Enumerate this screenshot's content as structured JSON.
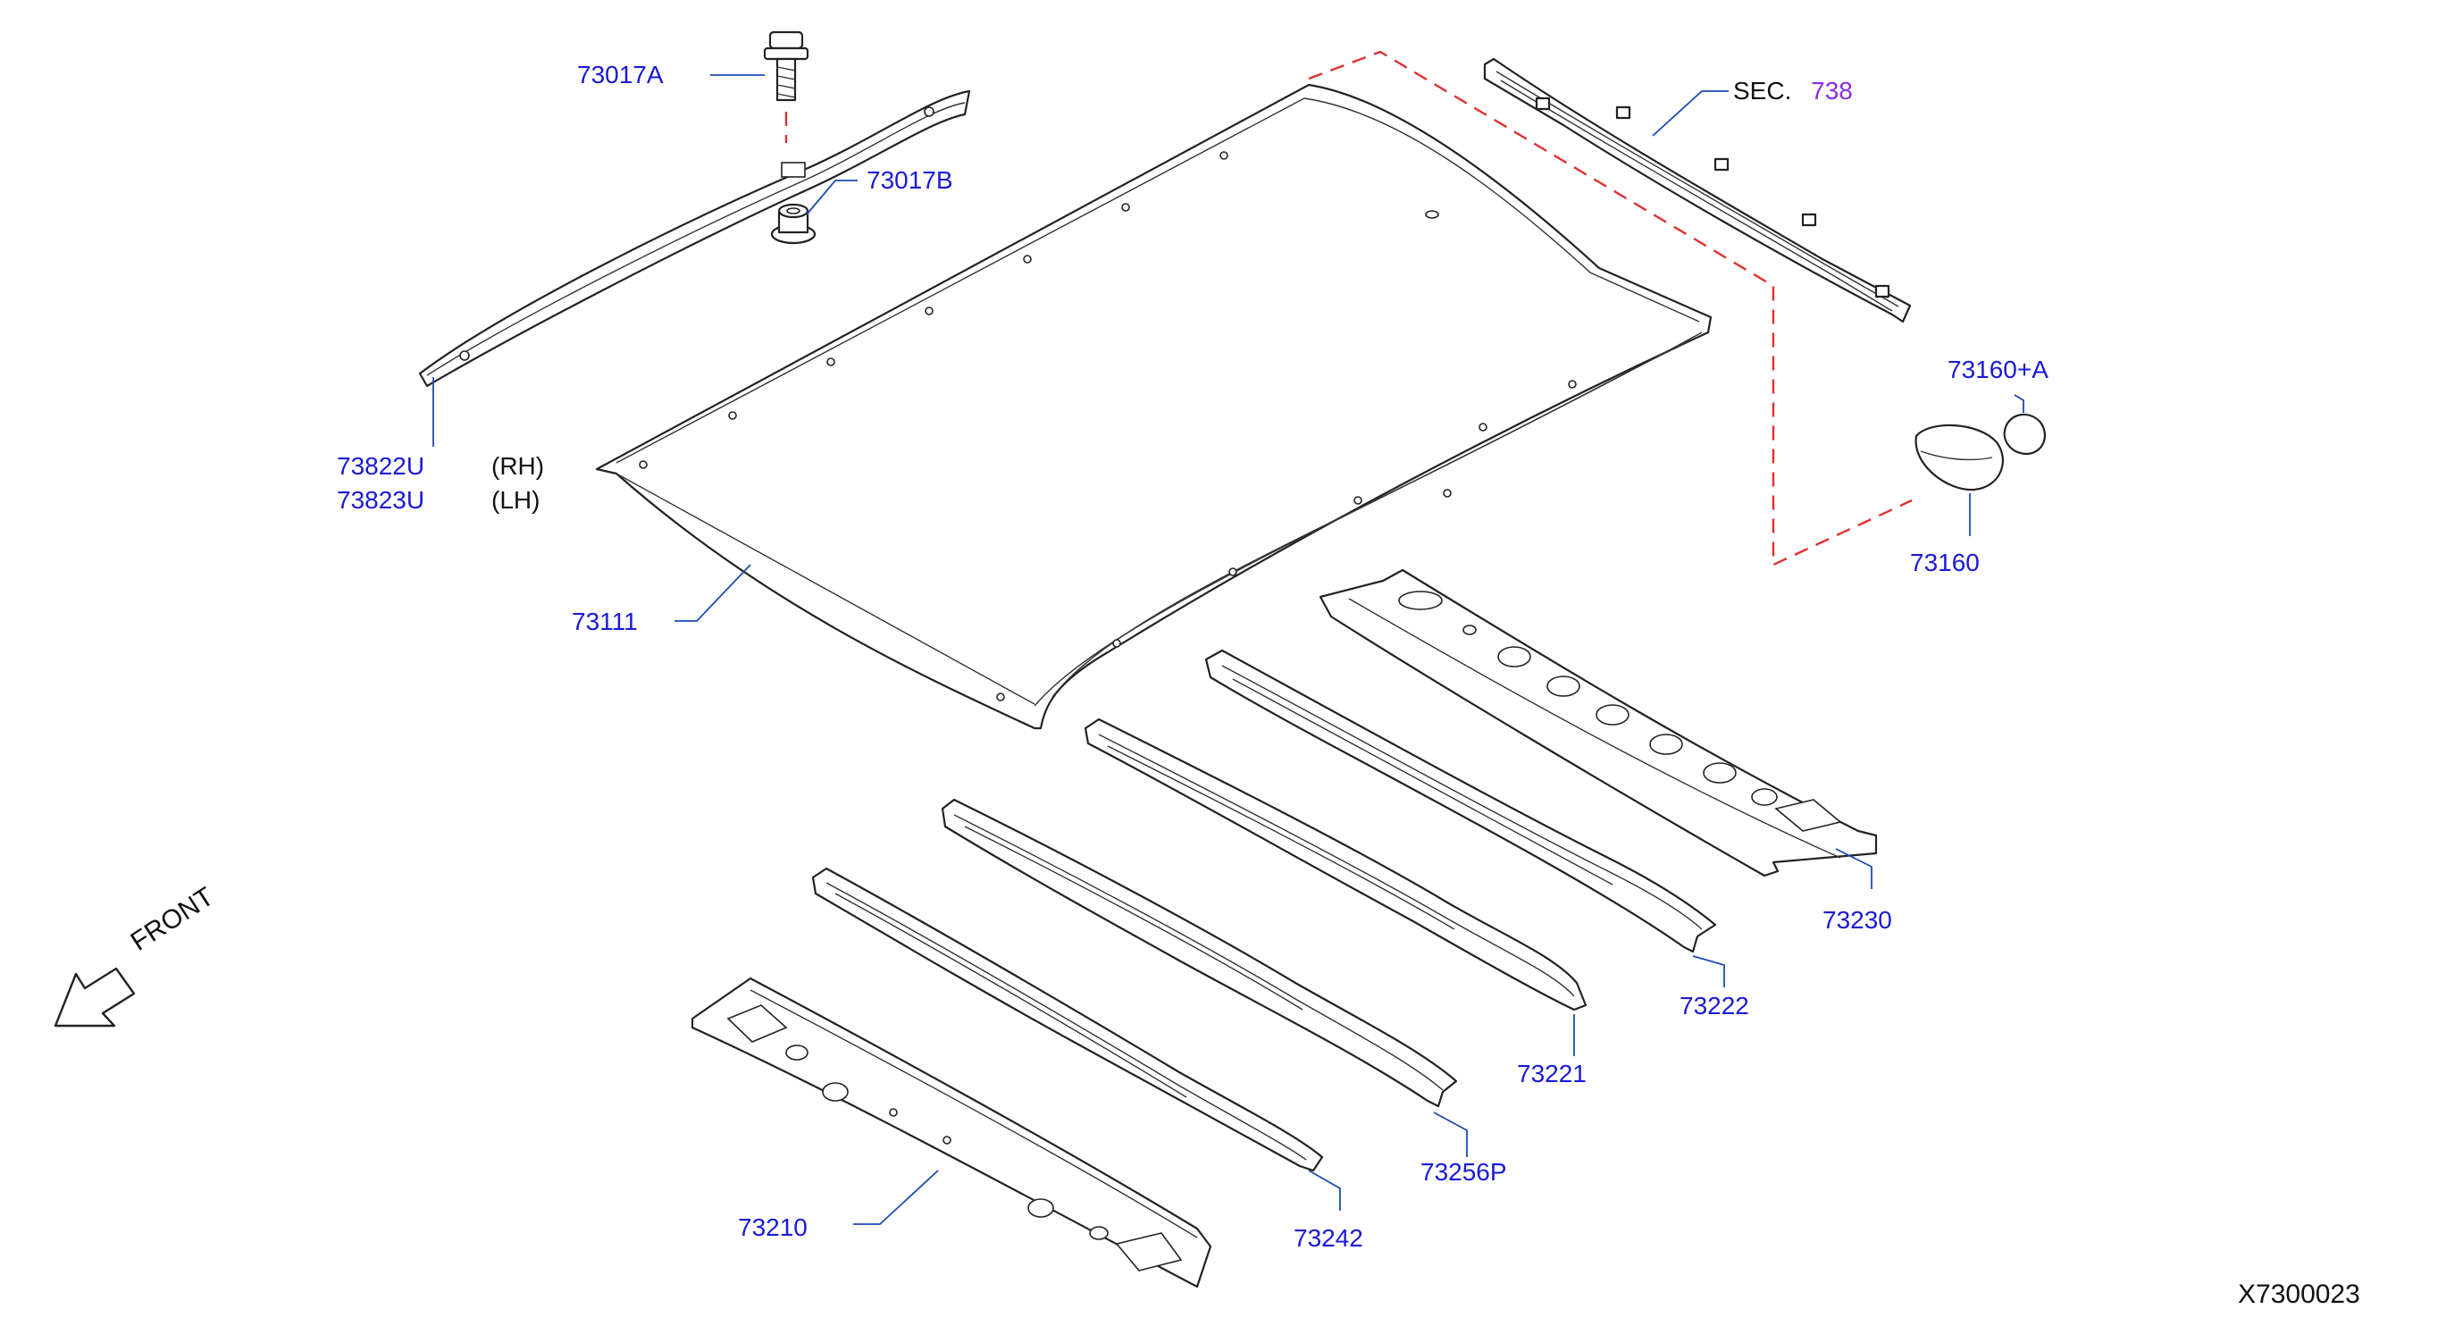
{
  "labels": {
    "p73017a": "73017A",
    "p73017b": "73017B",
    "p73822u": "73822U",
    "p73823u": "73823U",
    "rh": "(RH)",
    "lh": "(LH)",
    "p73111": "73111",
    "sec_prefix": "SEC.",
    "sec_number": "738",
    "p73160a": "73160+A",
    "p73160": "73160",
    "p73230": "73230",
    "p73222": "73222",
    "p73221": "73221",
    "p73256p": "73256P",
    "p73242": "73242",
    "p73210": "73210",
    "front": "FRONT",
    "diagram_id": "X7300023"
  },
  "colors": {
    "label": "#1a1ad6",
    "section_ref": "#8a2be2",
    "dashed_boundary": "#e03030",
    "leader": "#1b4bb5"
  }
}
